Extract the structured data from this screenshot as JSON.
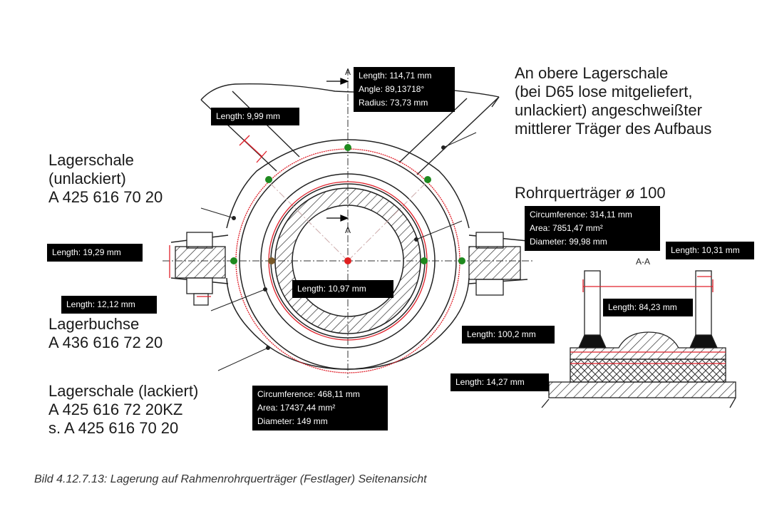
{
  "caption": "Bild 4.12.7.13: Lagerung auf Rahmenrohrquerträger (Festlager) Seitenansicht",
  "labels": {
    "top_right": [
      "An obere Lagerschale",
      "(bei D65 lose mitgeliefert,",
      "unlackiert) angeschweißter",
      "mittlerer Träger des Aufbaus"
    ],
    "lagerschale_unlackiert": [
      "Lagerschale",
      "(unlackiert)",
      "A 425 616 70 20"
    ],
    "rohrquertraeger": "Rohrquerträger ø 100",
    "lagerbuchse": [
      "Lagerbuchse",
      "A 436 616 72 20"
    ],
    "lagerschale_lackiert": [
      "Lagerschale (lackiert)",
      "A 425 616 72 20KZ",
      "s. A 425 616 70 20"
    ],
    "section_marker": "A",
    "section_title": "A-A"
  },
  "measurements": {
    "top": [
      "Length: 114,71 mm",
      "Angle: 89,13718°",
      "Radius: 73,73 mm"
    ],
    "len_9_99": "Length: 9,99 mm",
    "circ_inner": [
      "Circumference: 314,11 mm",
      "Area: 7851,47 mm²",
      "Diameter: 99,98 mm"
    ],
    "len_10_31": "Length: 10,31 mm",
    "len_19_29": "Length: 19,29 mm",
    "len_10_97": "Length: 10,97 mm",
    "len_12_12": "Length: 12,12 mm",
    "len_84_23": "Length: 84,23 mm",
    "len_100_2": "Length: 100,2 mm",
    "len_14_27": "Length: 14,27 mm",
    "circ_outer": [
      "Circumference: 468,11 mm",
      "Area: 17437,44 mm²",
      "Diameter: 149 mm"
    ]
  },
  "colors": {
    "measure_line": "#e0202a",
    "point_green": "#1f8a1f",
    "point_brown": "#7a5a2a",
    "point_center": "#e02020"
  }
}
